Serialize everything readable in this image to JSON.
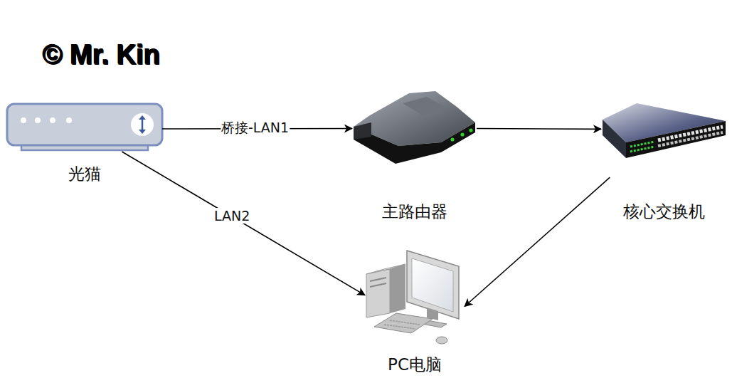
{
  "diagram": {
    "nodes": [
      {
        "text": [
          "光猫"
        ]
      },
      {
        "text": [
          "主路由器"
        ]
      },
      {
        "text": [
          "核心交换机"
        ]
      },
      {
        "text": [
          "PC电脑"
        ]
      }
    ],
    "edges": [
      {
        "from": 0,
        "to": 1,
        "label": "桥接-LAN1",
        "arrow": "to"
      },
      {
        "from": 1,
        "to": 2,
        "arrow": "to"
      },
      {
        "from": 0,
        "to": 3,
        "label": "LAN2",
        "arrow": "to"
      },
      {
        "from": 2,
        "to": 3,
        "arrow": "to"
      }
    ],
    "labels": [
      "© Mr. Kin"
    ]
  }
}
